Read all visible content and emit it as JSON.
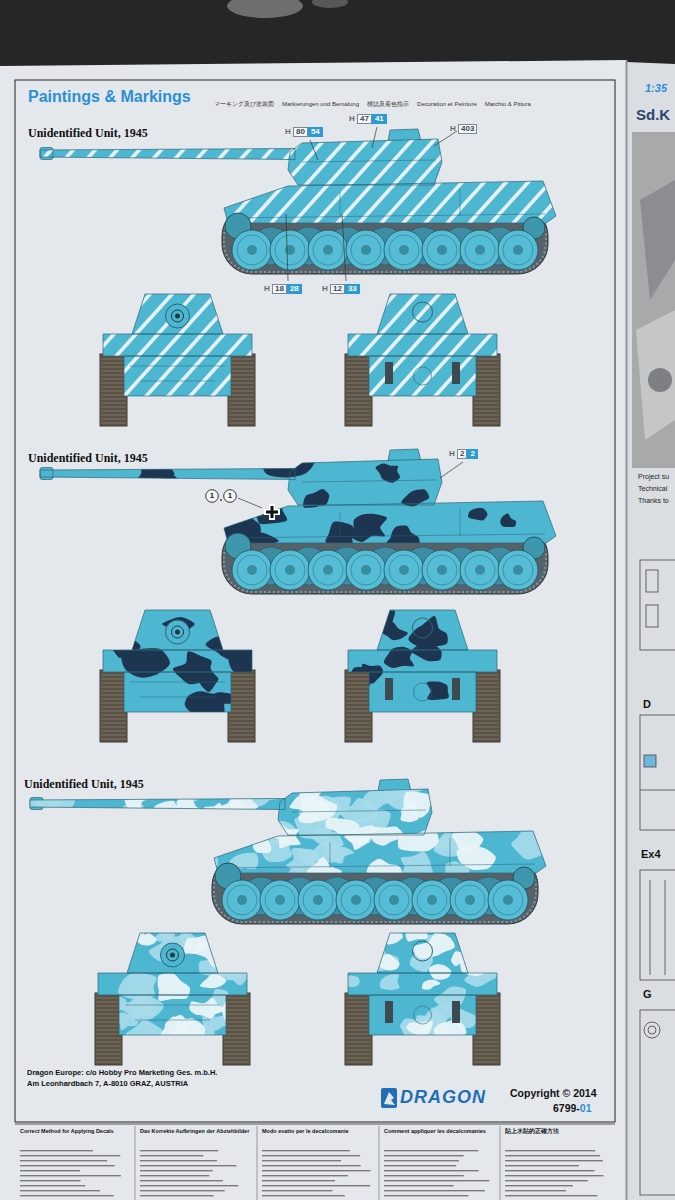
{
  "diagram": {
    "title": "Paintings & Markings",
    "nodes": [
      {
        "text": [
          "80"
        ]
      },
      {
        "text": [
          "54"
        ]
      },
      {
        "text": [
          "47"
        ]
      },
      {
        "text": [
          "41"
        ]
      },
      {
        "text": [
          "403"
        ]
      },
      {
        "text": [
          "18"
        ]
      },
      {
        "text": [
          "28"
        ]
      },
      {
        "text": [
          "12"
        ]
      },
      {
        "text": [
          "33"
        ]
      },
      {
        "text": [
          "2"
        ]
      },
      {
        "text": [
          "2"
        ]
      },
      {
        "text": [
          "1"
        ]
      },
      {
        "text": [
          "1"
        ]
      }
    ],
    "labels": [
      "マーキング及び塗装図",
      "Markierungen und Bemalung",
      "標誌及着色指示",
      "Decoration et Peinture",
      "Marchio & Pittura",
      "Unidentified Unit, 1945",
      "H",
      "H",
      "H",
      "H",
      "H",
      "Unidentified Unit, 1945",
      "H",
      "Unidentified Unit, 1945",
      "Dragon Europe: c/o Hobby Pro Marketing Ges. m.b.H.",
      "Am Leonhardbach 7, A-8010 GRAZ, AUSTRIA",
      "DRAGON",
      "Copyright © 2014",
      "6799-",
      "01",
      "Correct Method for Applying Decals",
      "Das Korrekte Aufbringen der Abziehbilder",
      "Modo esatto per le decalcomanie",
      "Comment appliquer les décalcomanies",
      "貼上水貼的正確方法",
      "1:35",
      "Sd.K",
      "Project su",
      "Technical",
      "Thanks to",
      "D",
      "Ex4",
      "G"
    ]
  }
}
